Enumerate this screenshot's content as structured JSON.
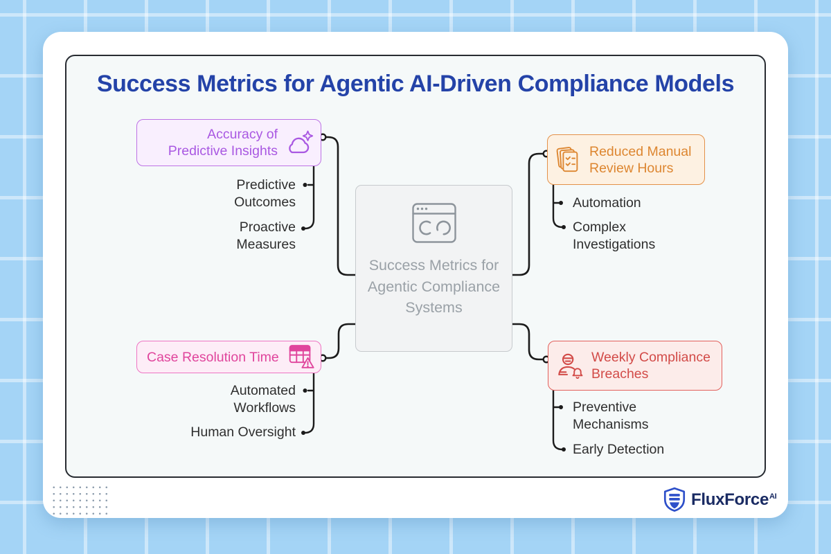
{
  "title": "Success Metrics for Agentic AI-Driven Compliance Models",
  "center_node": {
    "label": "Success Metrics for Agentic Compliance Systems",
    "icon": "browser-window-sync-icon",
    "bg": "#f2f3f4",
    "border": "#c6cacd",
    "text_color": "#9aa1a7"
  },
  "branches": {
    "accuracy": {
      "label": "Accuracy of Predictive Insights",
      "icon": "ai-cloud-sparkle-icon",
      "accent": "#a958e2",
      "border": "#bd72e5",
      "bg": "#f9effe",
      "children": [
        "Predictive Outcomes",
        "Proactive Measures"
      ]
    },
    "reduced_manual_review": {
      "label": "Reduced Manual Review Hours",
      "icon": "checklist-documents-icon",
      "accent": "#dd8630",
      "border": "#e39048",
      "bg": "#fdf1e2",
      "children": [
        "Automation",
        "Complex Investigations"
      ]
    },
    "case_resolution": {
      "label": "Case Resolution Time",
      "icon": "table-alert-icon",
      "accent": "#e0459c",
      "border": "#ee74c3",
      "bg": "#fdedf7",
      "children": [
        "Automated Workflows",
        "Human Oversight"
      ]
    },
    "weekly_breaches": {
      "label": "Weekly Compliance Breaches",
      "icon": "user-alert-bell-icon",
      "accent": "#d24b48",
      "border": "#e2605c",
      "bg": "#fcecea",
      "children": [
        "Preventive Mechanisms",
        "Early Detection"
      ]
    }
  },
  "logo": {
    "brand": "FluxForce",
    "superscript": "AI",
    "shield_color": "#2d4fc9",
    "text_color": "#1a2b63"
  },
  "colors": {
    "page_bg": "#a4d4f6",
    "grid_line": "#c9e6fb",
    "card_bg": "#ffffff",
    "diagram_bg": "#f5f9f9",
    "diagram_border": "#272b31",
    "title": "#2443a8",
    "connector": "#1b1b1b",
    "child_text": "#2e2e2e"
  }
}
